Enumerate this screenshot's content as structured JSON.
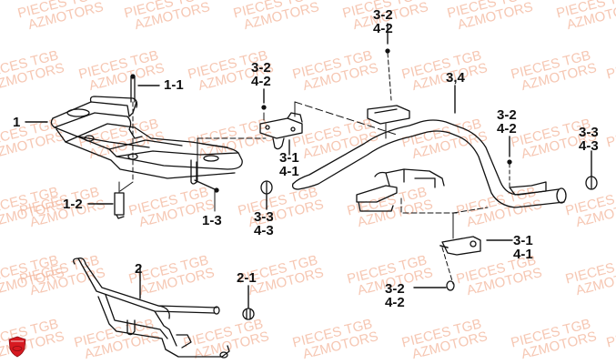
{
  "diagram": {
    "type": "exploded parts diagram",
    "subject": "ATV front/rear racks and bumper"
  },
  "watermark": {
    "line1": "PIECES TGB",
    "line2": "AZMOTORS",
    "color": "#f3b59a",
    "positions": [
      [
        18,
        8
      ],
      [
        135,
        8
      ],
      [
        255,
        8
      ],
      [
        375,
        8
      ],
      [
        490,
        8
      ],
      [
        610,
        8
      ],
      [
        -25,
        75
      ],
      [
        85,
        75
      ],
      [
        205,
        75
      ],
      [
        320,
        75
      ],
      [
        440,
        75
      ],
      [
        560,
        75
      ],
      [
        665,
        75
      ],
      [
        -25,
        150
      ],
      [
        85,
        150
      ],
      [
        205,
        150
      ],
      [
        320,
        150
      ],
      [
        440,
        150
      ],
      [
        560,
        150
      ],
      [
        665,
        150
      ],
      [
        -25,
        225
      ],
      [
        20,
        225
      ],
      [
        140,
        225
      ],
      [
        260,
        225
      ],
      [
        380,
        225
      ],
      [
        500,
        225
      ],
      [
        620,
        225
      ],
      [
        -25,
        300
      ],
      [
        20,
        300
      ],
      [
        140,
        300
      ],
      [
        260,
        300
      ],
      [
        380,
        300
      ],
      [
        500,
        300
      ],
      [
        620,
        300
      ],
      [
        -25,
        370
      ],
      [
        80,
        370
      ],
      [
        200,
        370
      ],
      [
        320,
        370
      ],
      [
        440,
        370
      ],
      [
        560,
        370
      ],
      [
        665,
        370
      ]
    ]
  },
  "callouts": {
    "c1": {
      "l1": "1"
    },
    "c1_1": {
      "l1": "1-1"
    },
    "c1_2": {
      "l1": "1-2"
    },
    "c1_3": {
      "l1": "1-3"
    },
    "c2": {
      "l1": "2"
    },
    "c2_1": {
      "l1": "2-1"
    },
    "c34": {
      "l1": "3,4"
    },
    "c32_top_mid": {
      "l1": "3-2",
      "l2": "4-2"
    },
    "c32_top_right": {
      "l1": "3-2",
      "l2": "4-2"
    },
    "c32_right": {
      "l1": "3-2",
      "l2": "4-2"
    },
    "c32_bottom": {
      "l1": "3-2",
      "l2": "4-2"
    },
    "c31_mid": {
      "l1": "3-1",
      "l2": "4-1"
    },
    "c31_right": {
      "l1": "3-1",
      "l2": "4-1"
    },
    "c33_mid": {
      "l1": "3-3",
      "l2": "4-3"
    },
    "c33_right": {
      "l1": "3-3",
      "l2": "4-3"
    }
  },
  "logo": {
    "icon": "red-shield-logo-icon",
    "color": "#d71920"
  }
}
